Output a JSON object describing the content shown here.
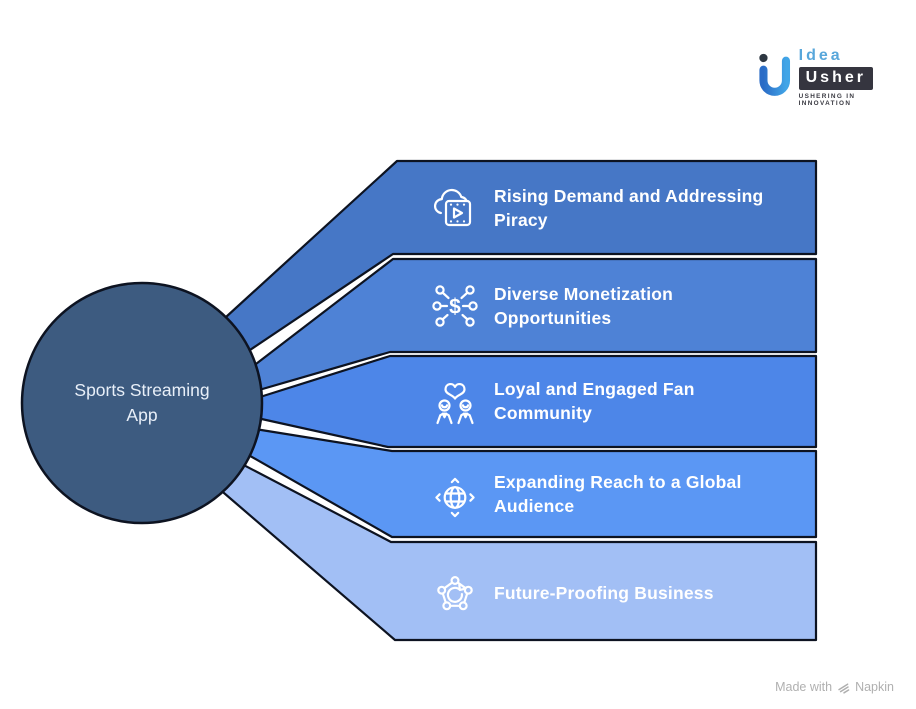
{
  "logo": {
    "brand_top": "Idea",
    "brand_bottom": "Usher",
    "tagline": "USHERING IN INNOVATION",
    "colors": {
      "u_glyph_start": "#2B6CC6",
      "u_glyph_end": "#41A5E7",
      "dot": "#2E3742",
      "idea_text": "#58A7DB",
      "usher_box": "#35353F",
      "usher_text": "#FFFFFF",
      "tagline_text": "#3A3A42"
    }
  },
  "diagram": {
    "outline_color": "#0D1321",
    "label_color": "#FFFFFF",
    "center": {
      "line1": "Sports Streaming",
      "line2": "App",
      "fill": "#3D5B80",
      "text_color": "#E8EFF8"
    },
    "bands": [
      {
        "line1": "Rising Demand and Addressing",
        "line2": "Piracy",
        "icon": "cloud-video-icon",
        "fill": "#4677C6"
      },
      {
        "line1": "Diverse Monetization",
        "line2": "Opportunities",
        "icon": "dollar-network-icon",
        "fill": "#4E82D6",
        "glyph": "$"
      },
      {
        "line1": "Loyal and Engaged Fan",
        "line2": "Community",
        "icon": "fans-heart-icon",
        "fill": "#4D86E8"
      },
      {
        "line1": "Expanding Reach to a Global",
        "line2": "Audience",
        "icon": "globe-nav-icon",
        "fill": "#5B97F4"
      },
      {
        "line1": "Future-Proofing Business",
        "line2": "",
        "icon": "pentagon-refresh-icon",
        "fill": "#A2BFF5"
      }
    ]
  },
  "footer": {
    "made_with": "Made with",
    "brand": "Napkin"
  }
}
